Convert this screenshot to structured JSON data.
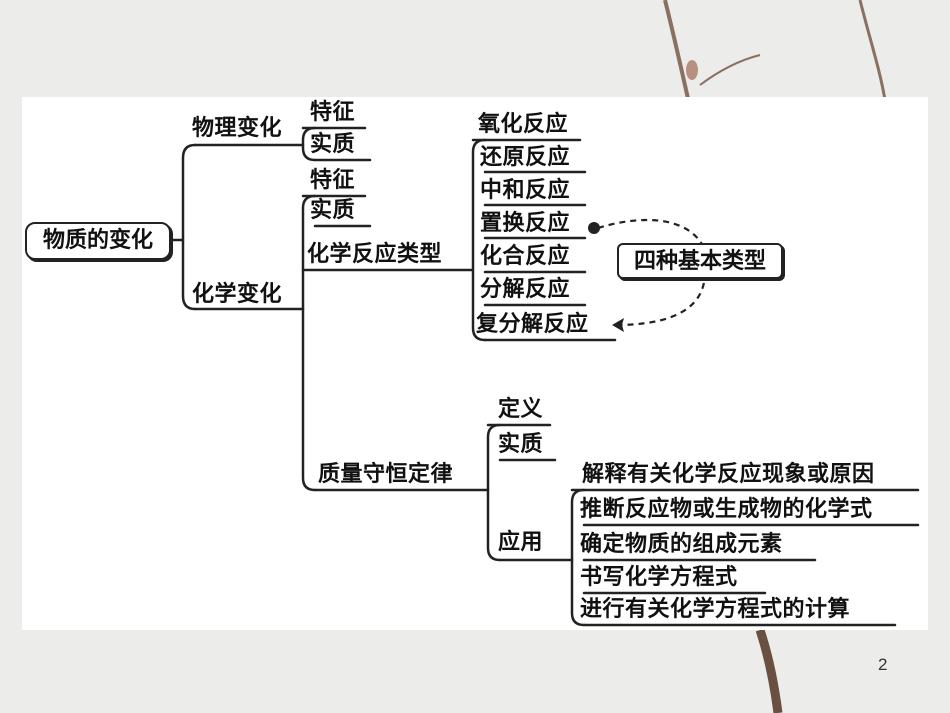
{
  "root": "物质的变化",
  "physical": {
    "label": "物理变化",
    "children": [
      "特征",
      "实质"
    ]
  },
  "chemical": {
    "label": "化学变化",
    "children": [
      "特征",
      "实质"
    ],
    "reaction_types": {
      "label": "化学反应类型",
      "items": [
        "氧化反应",
        "还原反应",
        "中和反应",
        "置换反应",
        "化合反应",
        "分解反应",
        "复分解反应"
      ],
      "basic_types_label": "四种基本类型"
    },
    "conservation": {
      "label": "质量守恒定律",
      "children": [
        "定义",
        "实质"
      ],
      "application": {
        "label": "应用",
        "items": [
          "解释有关化学反应现象或原因",
          "推断反应物或生成物的化学式",
          "确定物质的组成元素",
          "书写化学方程式",
          "进行有关化学方程式的计算"
        ]
      }
    }
  },
  "page_number": "2",
  "colors": {
    "line": "#222222",
    "background": "#ececea",
    "panel": "#ffffff"
  }
}
